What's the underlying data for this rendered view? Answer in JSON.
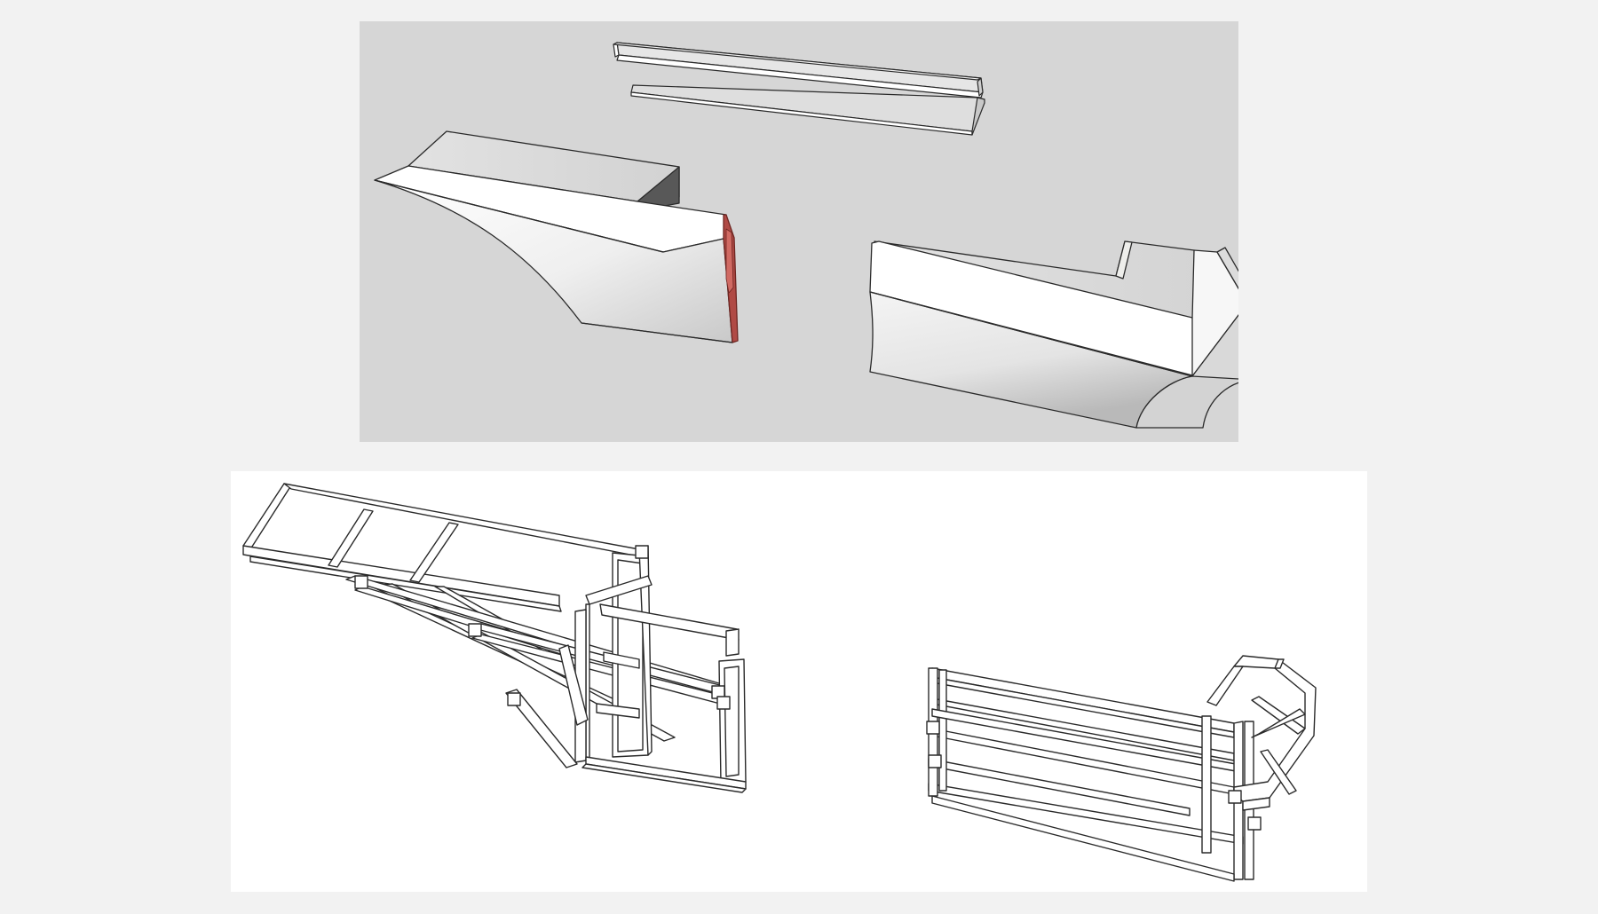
{
  "figure": {
    "panels": [
      {
        "id": "solid-model-view",
        "background": "#d6d6d6"
      },
      {
        "id": "wireframe-frame-view",
        "background": "#ffffff"
      }
    ],
    "colors": {
      "page_background": "#f2f2f2",
      "solid_face_light": "#ffffff",
      "solid_face_mid": "#e9e9e9",
      "solid_face_dark": "#bdbdbd",
      "highlight_edge": "#b04a45",
      "line": "#2a2a2a"
    },
    "parts": [
      "cover-plank-top",
      "cover-plank-bottom",
      "left-cornice-block",
      "right-cornice-block",
      "left-timber-frame",
      "right-timber-frame"
    ]
  }
}
